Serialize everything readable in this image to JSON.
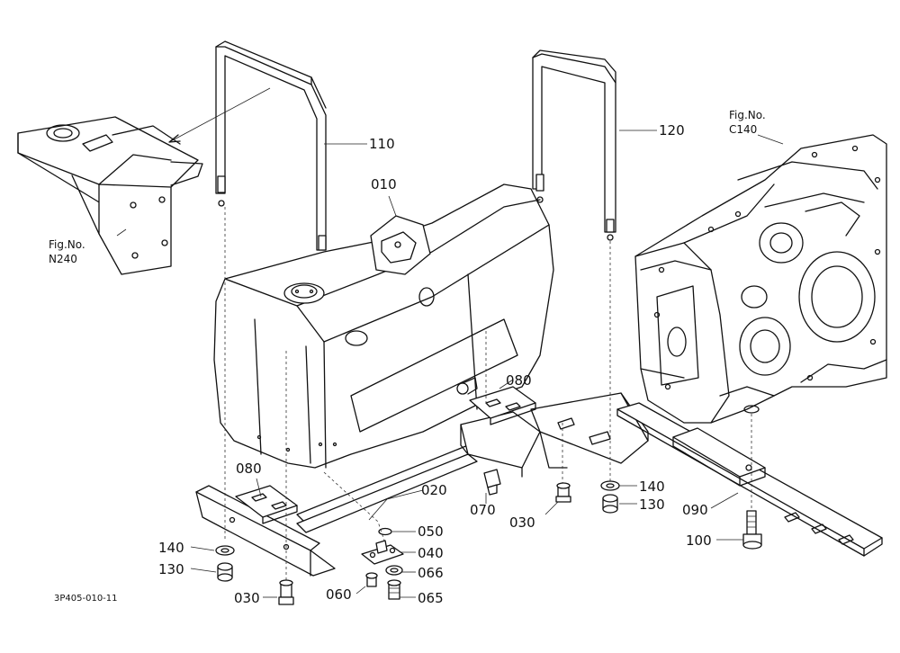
{
  "callouts": {
    "p010": "010",
    "p020": "020",
    "p030a": "030",
    "p030b": "030",
    "p040": "040",
    "p050": "050",
    "p060": "060",
    "p065": "065",
    "p066": "066",
    "p070": "070",
    "p080a": "080",
    "p080b": "080",
    "p090": "090",
    "p100": "100",
    "p110": "110",
    "p120": "120",
    "p130a": "130",
    "p130b": "130",
    "p140a": "140",
    "p140b": "140"
  },
  "references": {
    "n240_line1": "Fig.No.",
    "n240_line2": "N240",
    "c140_line1": "Fig.No.",
    "c140_line2": "C140"
  },
  "drawing_code": "3P405-010-11"
}
